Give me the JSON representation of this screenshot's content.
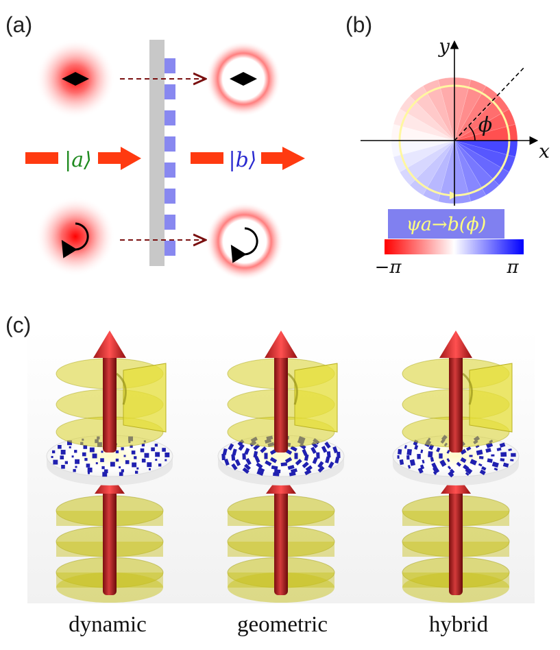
{
  "panels": {
    "a": "(a)",
    "b": "(b)",
    "c": "(c)"
  },
  "panel_a": {
    "ket_in": "|a⟩",
    "ket_out": "|b⟩"
  },
  "panel_b": {
    "axis_x": "x",
    "axis_y": "y",
    "angle": "ϕ",
    "phase_label": "ψa→b(ϕ)",
    "colorbar_min": "−π",
    "colorbar_max": "π"
  },
  "panel_c": {
    "captions": [
      "dynamic",
      "geometric",
      "hybrid"
    ]
  },
  "colors": {
    "beam_red": "#e8321e",
    "ket_a": "#1f8a1f",
    "ket_b": "#2a2ad0",
    "plate_gray": "#c8c8c8",
    "meta_blue": "#8888f0",
    "cb_low": "#ff0000",
    "cb_high": "#0000ff",
    "label_box": "#8080f0",
    "label_text": "#ffff80"
  }
}
